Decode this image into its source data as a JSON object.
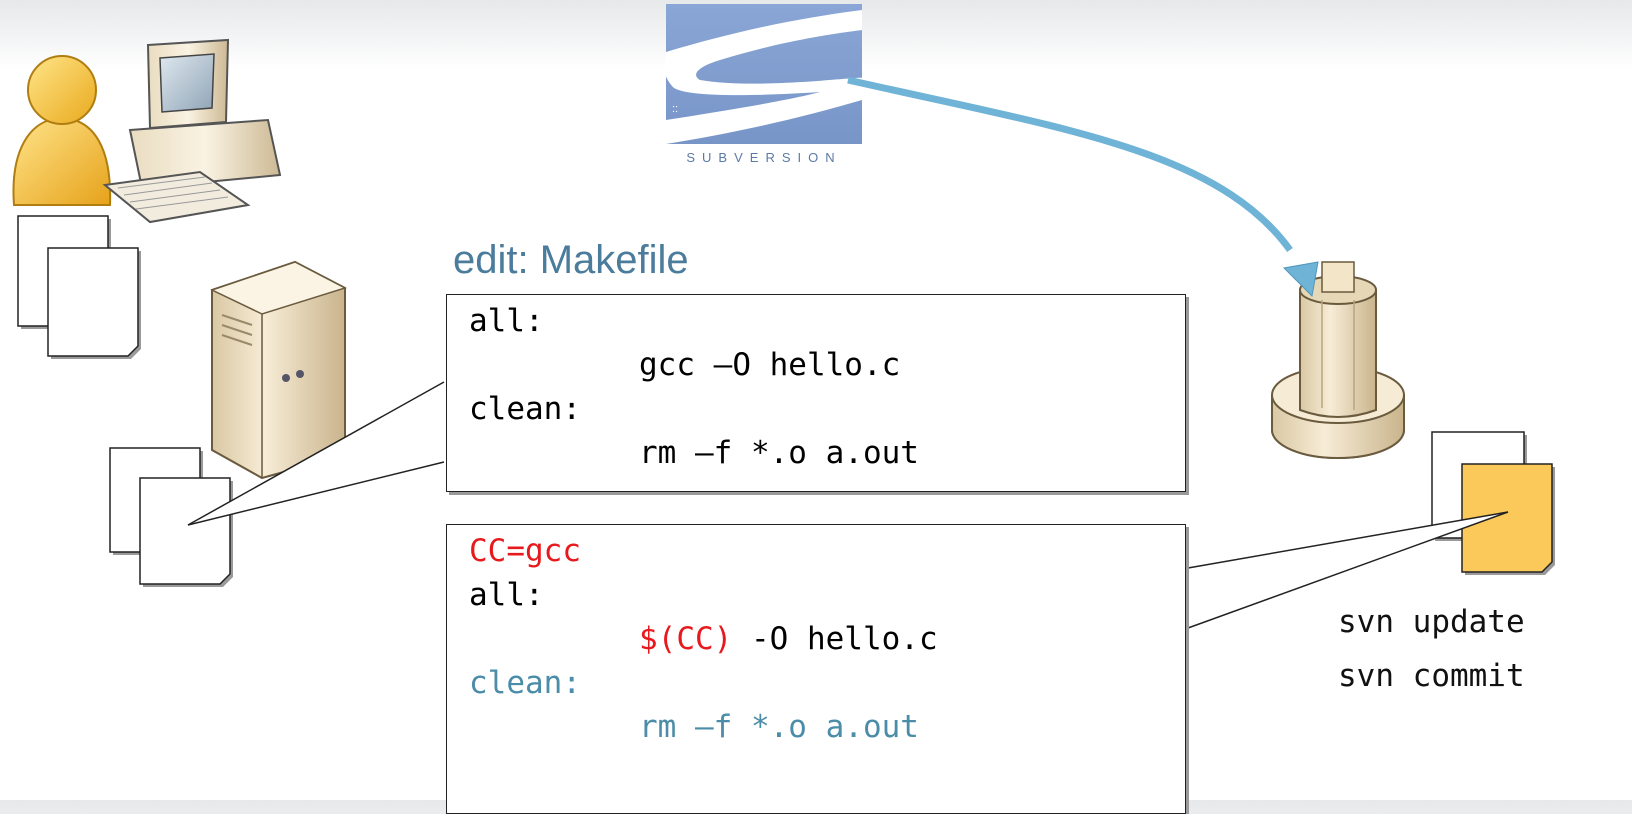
{
  "logo": {
    "label": "SUBVERSION"
  },
  "edit_title": "edit: Makefile",
  "makefile_original": [
    {
      "indent": false,
      "parts": [
        {
          "text": "all:",
          "color": "plain"
        }
      ]
    },
    {
      "indent": true,
      "parts": [
        {
          "text": "gcc –O hello.c",
          "color": "plain"
        }
      ]
    },
    {
      "indent": false,
      "parts": [
        {
          "text": "clean:",
          "color": "plain"
        }
      ]
    },
    {
      "indent": true,
      "parts": [
        {
          "text": "rm –f *.o a.out",
          "color": "plain"
        }
      ]
    }
  ],
  "makefile_modified": [
    {
      "indent": false,
      "parts": [
        {
          "text": "CC=gcc",
          "color": "red"
        }
      ]
    },
    {
      "indent": false,
      "parts": [
        {
          "text": "all:",
          "color": "plain"
        }
      ]
    },
    {
      "indent": true,
      "parts": [
        {
          "text": "$(CC)",
          "color": "red"
        },
        {
          "text": " -O hello.c",
          "color": "plain"
        }
      ]
    },
    {
      "indent": false,
      "parts": [
        {
          "text": "clean:",
          "color": "teal"
        }
      ]
    },
    {
      "indent": true,
      "parts": [
        {
          "text": "rm –f *.o a.out",
          "color": "teal"
        }
      ]
    }
  ],
  "commands": {
    "update": "svn update",
    "commit": "svn commit"
  },
  "colors": {
    "red": "#e8191c",
    "teal": "#4b8da8",
    "title": "#4b7c9c",
    "arrow": "#6fb3d6",
    "repo_file": "#fbc85a"
  }
}
